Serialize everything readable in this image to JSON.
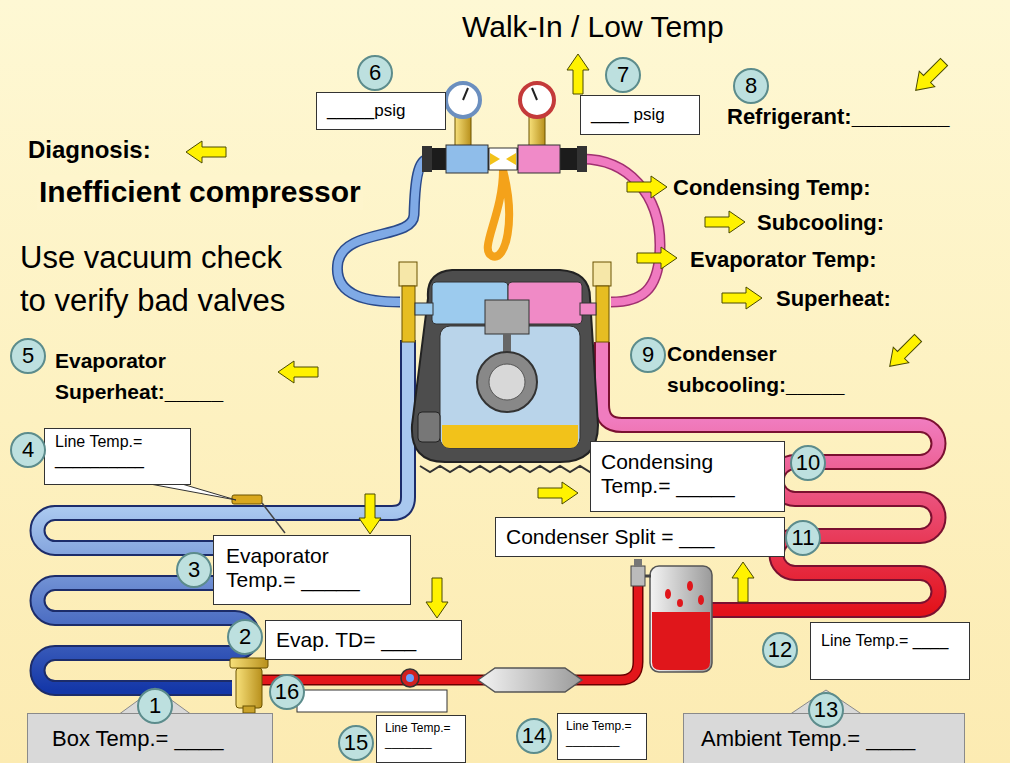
{
  "diagram": {
    "title": "Walk-In / Low Temp",
    "nodes": [
      {
        "text": [
          "6"
        ]
      },
      {
        "text": [
          "7"
        ]
      },
      {
        "text": [
          "8"
        ]
      },
      {
        "text": [
          "_____psig"
        ]
      },
      {
        "text": [
          "____ psig"
        ]
      },
      {
        "text": [
          "5"
        ]
      },
      {
        "text": [
          "9"
        ]
      },
      {
        "text": [
          "4"
        ]
      },
      {
        "text": [
          "Line Temp.= __________"
        ]
      },
      {
        "text": [
          "Condensing Temp.= _____"
        ]
      },
      {
        "text": [
          "10"
        ]
      },
      {
        "text": [
          "Condenser Split = ___"
        ]
      },
      {
        "text": [
          "11"
        ]
      },
      {
        "text": [
          "3"
        ]
      },
      {
        "text": [
          "Evaporator Temp.= _____"
        ]
      },
      {
        "text": [
          "2"
        ]
      },
      {
        "text": [
          "Evap. TD= ___"
        ]
      },
      {
        "text": [
          "Line Temp.= ____"
        ]
      },
      {
        "text": [
          "12"
        ]
      },
      {
        "text": [
          "16"
        ]
      },
      {
        "text": [
          "1"
        ]
      },
      {
        "text": [
          "13"
        ]
      },
      {
        "text": [
          "Box Temp.= ____"
        ]
      },
      {
        "text": [
          "Line Temp.= _______"
        ]
      },
      {
        "text": [
          "15"
        ]
      },
      {
        "text": [
          "Line Temp.= ________"
        ]
      },
      {
        "text": [
          "14"
        ]
      },
      {
        "text": [
          "Ambient Temp.= ____"
        ]
      }
    ],
    "labels": [
      "Refrigerant:________",
      "Diagnosis:",
      "Inefficient compressor",
      "Use vacuum check to verify bad valves",
      "Condensing Temp:",
      "Subcooling:",
      "Evaporator Temp:",
      "Superheat:",
      "Evaporator Superheat:_____",
      "Condenser subcooling:_____"
    ]
  }
}
